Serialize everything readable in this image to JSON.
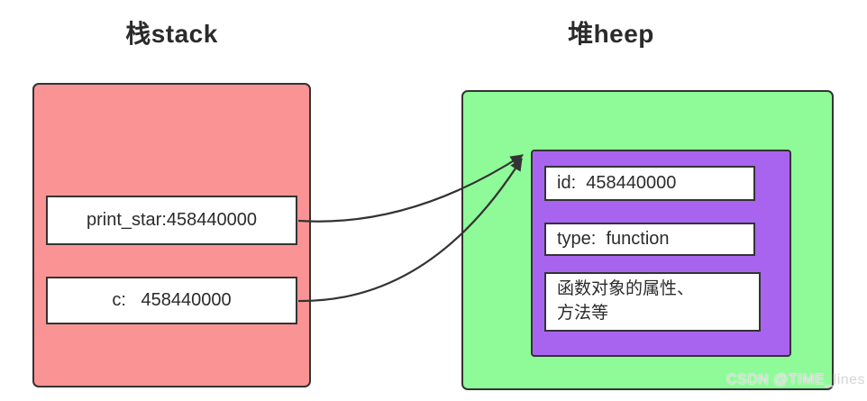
{
  "diagram": {
    "stack": {
      "title": "栈stack",
      "items": [
        {
          "name": "print_star",
          "label": "print_star:458440000"
        },
        {
          "name": "c",
          "label": "c:   458440000"
        }
      ]
    },
    "heap": {
      "title": "堆heep",
      "object": {
        "fields": [
          {
            "name": "id",
            "label": "id:  458440000"
          },
          {
            "name": "type",
            "label": "type:  function"
          },
          {
            "name": "description",
            "label": "函数对象的属性、\n方法等"
          }
        ]
      }
    },
    "edges": [
      {
        "from": "stack-var-print-star",
        "to": "heap-function-object"
      },
      {
        "from": "stack-var-c",
        "to": "heap-function-object"
      }
    ]
  },
  "watermark": "CSDN @TIME_lines",
  "colors": {
    "stack_fill": "#FA9494",
    "heap_fill": "#8EFA98",
    "object_fill": "#A864EE",
    "cell_fill": "#FFFFFF",
    "border": "#333333",
    "arrow": "#333333",
    "text": "#2B2B2B",
    "watermark": "#D6D6D6"
  }
}
